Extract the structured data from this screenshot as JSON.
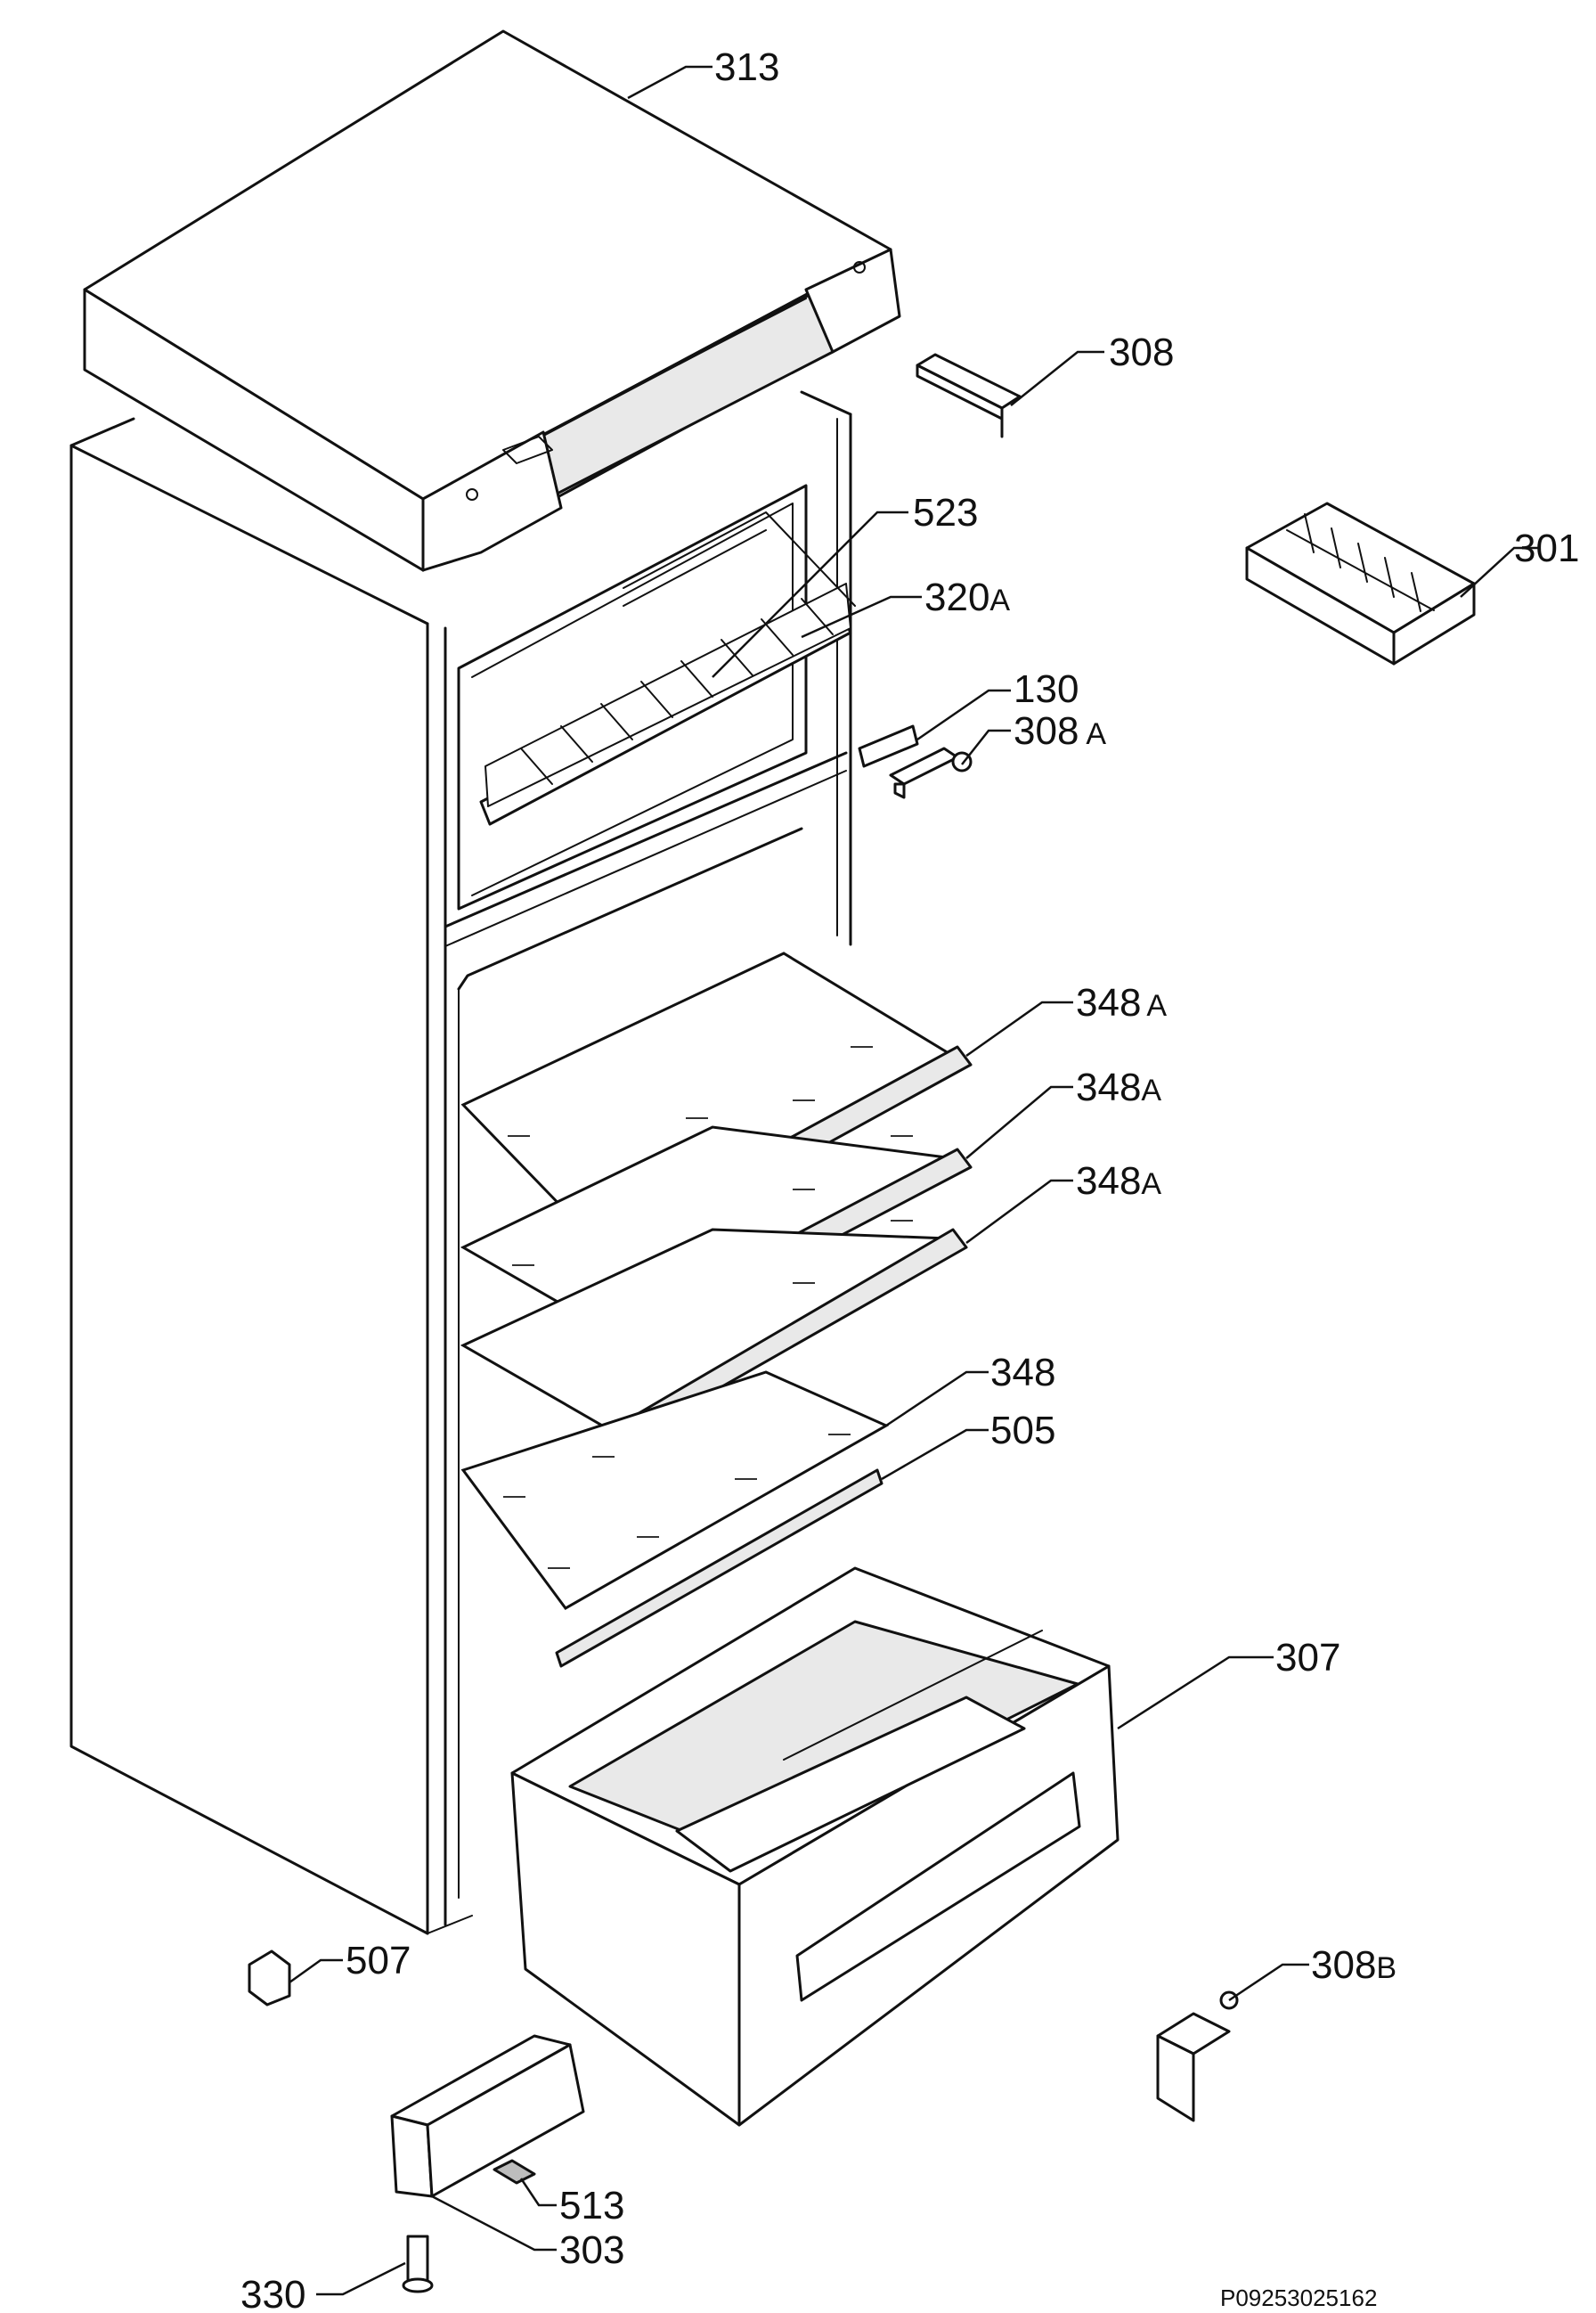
{
  "diagram": {
    "code": "P09253025162",
    "labels": [
      {
        "id": "313",
        "num": "313",
        "suffix": ""
      },
      {
        "id": "308",
        "num": "308",
        "suffix": ""
      },
      {
        "id": "301",
        "num": "301",
        "suffix": ""
      },
      {
        "id": "523",
        "num": "523",
        "suffix": ""
      },
      {
        "id": "320A",
        "num": "320",
        "suffix": "A"
      },
      {
        "id": "130",
        "num": "130",
        "suffix": ""
      },
      {
        "id": "308A",
        "num": "308",
        "suffix": "A"
      },
      {
        "id": "348A-1",
        "num": "348",
        "suffix": "A"
      },
      {
        "id": "348A-2",
        "num": "348",
        "suffix": "A"
      },
      {
        "id": "348A-3",
        "num": "348",
        "suffix": "A"
      },
      {
        "id": "348",
        "num": "348",
        "suffix": ""
      },
      {
        "id": "505",
        "num": "505",
        "suffix": ""
      },
      {
        "id": "307",
        "num": "307",
        "suffix": ""
      },
      {
        "id": "507",
        "num": "507",
        "suffix": ""
      },
      {
        "id": "308B",
        "num": "308",
        "suffix": "B"
      },
      {
        "id": "513",
        "num": "513",
        "suffix": ""
      },
      {
        "id": "303",
        "num": "303",
        "suffix": ""
      },
      {
        "id": "330",
        "num": "330",
        "suffix": ""
      }
    ]
  }
}
